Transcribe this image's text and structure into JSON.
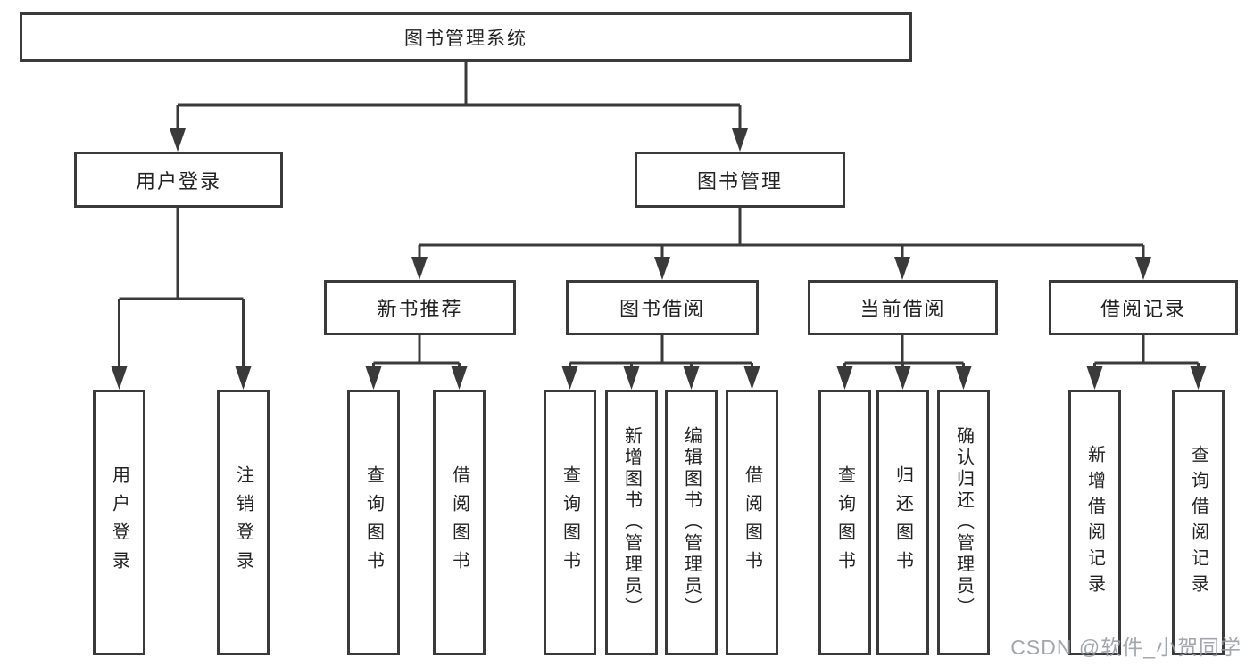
{
  "diagram_type": "hierarchy-chart",
  "tree": {
    "root": "图书管理系统",
    "children": [
      {
        "label": "用户登录",
        "children": [
          "用户登录",
          "注销登录"
        ]
      },
      {
        "label": "图书管理",
        "children": [
          {
            "label": "新书推荐",
            "children": [
              "查询图书",
              "借阅图书"
            ]
          },
          {
            "label": "图书借阅",
            "children": [
              "查询图书",
              "新增图书（管理员）",
              "编辑图书（管理员）",
              "借阅图书"
            ]
          },
          {
            "label": "当前借阅",
            "children": [
              "查询图书",
              "归还图书",
              "确认归还（管理员）"
            ]
          },
          {
            "label": "借阅记录",
            "children": [
              "新增借阅记录",
              "查询借阅记录"
            ]
          }
        ]
      }
    ]
  },
  "colors": {
    "line": "#3a3a3a",
    "text": "#222222",
    "background": "#ffffff",
    "watermark": "#969ba0"
  },
  "watermark": {
    "text": "CSDN @软件_小贺同学"
  }
}
